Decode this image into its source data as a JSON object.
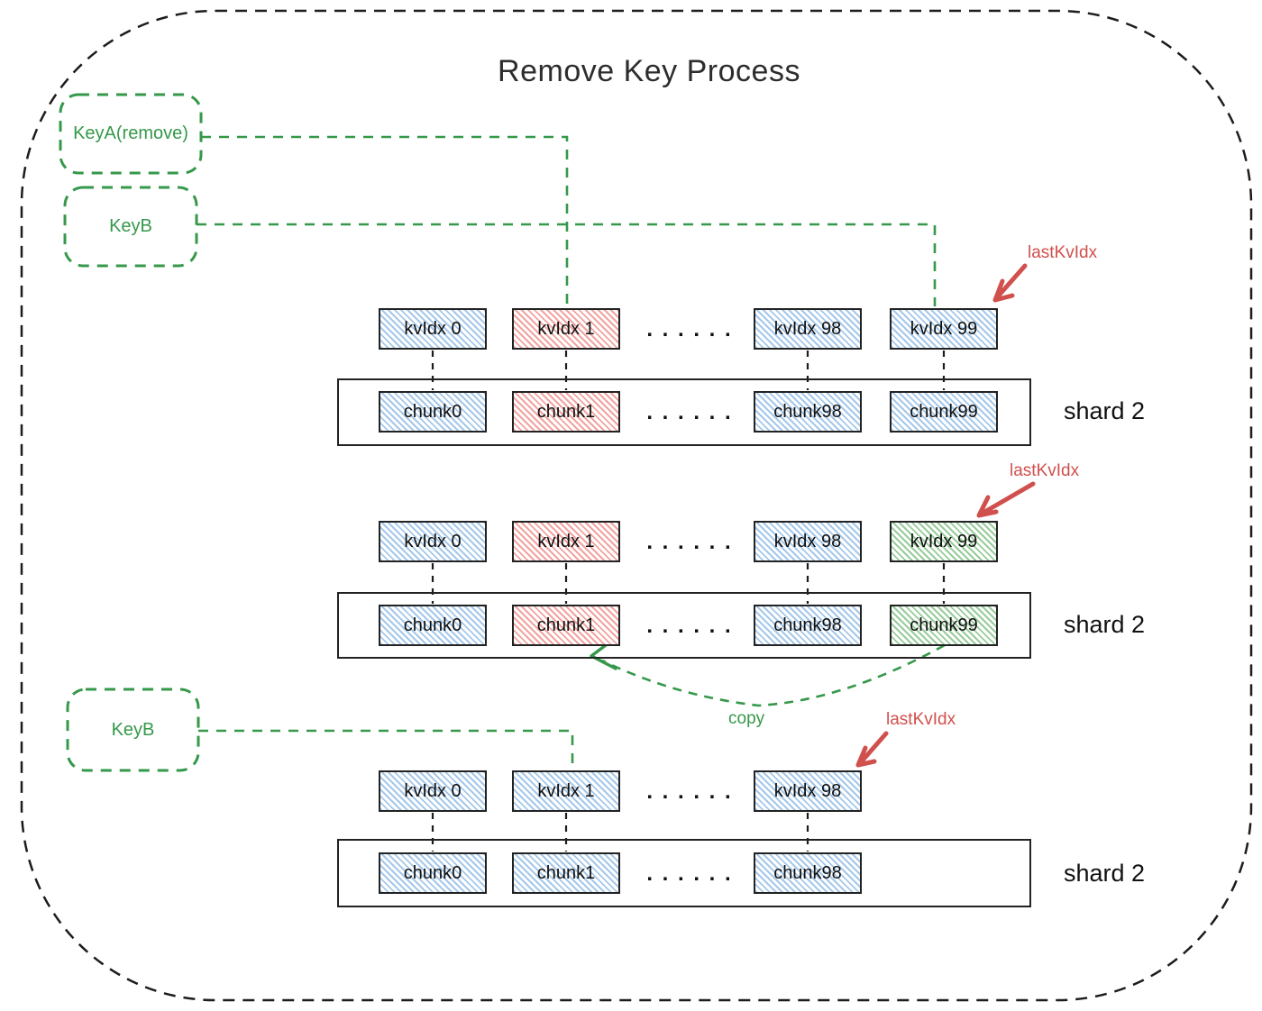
{
  "title": "Remove Key Process",
  "key_cards": {
    "key_a": "KeyA(remove)",
    "key_b_top": "KeyB",
    "key_b_bottom": "KeyB"
  },
  "shared": {
    "ellipsis": ". . . . . .",
    "copy_label": "copy"
  },
  "stages": [
    {
      "kv": [
        "kvIdx 0",
        "kvIdx 1",
        "kvIdx 98",
        "kvIdx 99"
      ],
      "chunks": [
        "chunk0",
        "chunk1",
        "chunk98",
        "chunk99"
      ],
      "shard": "shard 2",
      "pointer": "lastKvIdx"
    },
    {
      "kv": [
        "kvIdx 0",
        "kvIdx 1",
        "kvIdx 98",
        "kvIdx 99"
      ],
      "chunks": [
        "chunk0",
        "chunk1",
        "chunk98",
        "chunk99"
      ],
      "shard": "shard 2",
      "pointer": "lastKvIdx"
    },
    {
      "kv": [
        "kvIdx 0",
        "kvIdx 1",
        "kvIdx 98"
      ],
      "chunks": [
        "chunk0",
        "chunk1",
        "chunk98"
      ],
      "shard": "shard 2",
      "pointer": "lastKvIdx"
    }
  ],
  "colors": {
    "green_accent": "#35984a",
    "red_accent": "#d0504d",
    "blue_hatch": "#a5c8ea",
    "red_hatch": "#f2a3a0",
    "green_hatch": "#98cc9b",
    "line": "#222222"
  }
}
